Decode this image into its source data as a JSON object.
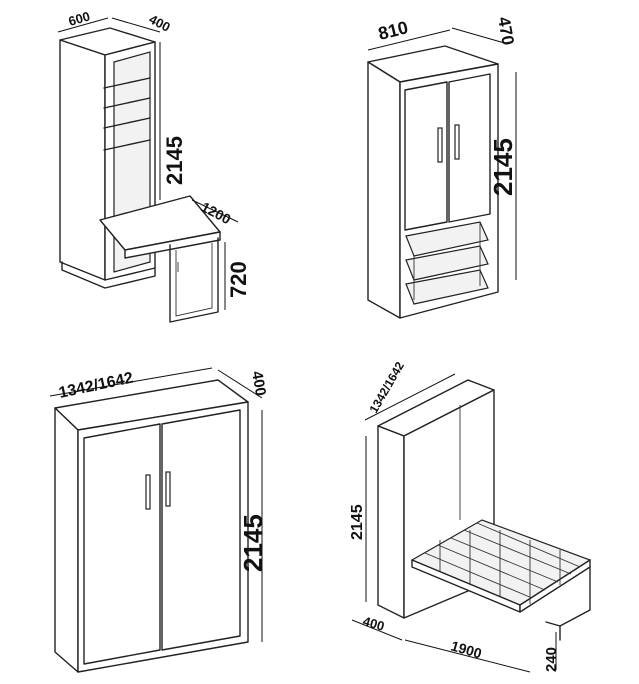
{
  "views": {
    "desk_cabinet": {
      "width": "600",
      "depth": "400",
      "height": "2145",
      "table_length": "1200",
      "table_height": "720"
    },
    "wardrobe": {
      "width": "810",
      "depth": "470",
      "height": "2145"
    },
    "bed_cabinet_closed": {
      "width": "1342/1642",
      "depth": "400",
      "height": "2145"
    },
    "bed_cabinet_open": {
      "width": "1342/1642",
      "height": "2145",
      "depth": "400",
      "bed_length": "1900",
      "leg_height": "240"
    }
  }
}
